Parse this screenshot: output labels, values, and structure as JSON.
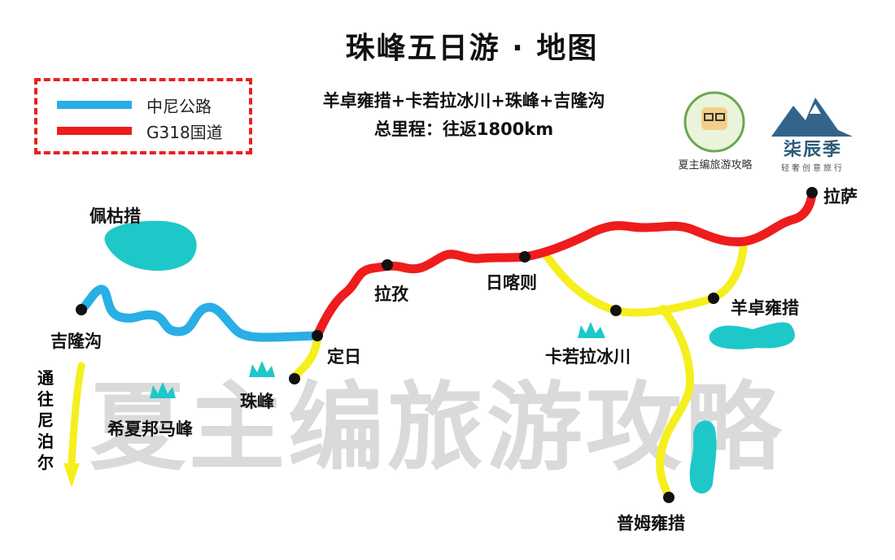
{
  "title": "珠峰五日游 · 地图",
  "subtitle": "羊卓雍措+卡若拉冰川+珠峰+吉隆沟",
  "mileage": "总里程：往返1800km",
  "legend": {
    "items": [
      {
        "label": "中尼公路",
        "color": "#29aee6"
      },
      {
        "label": "G318国道",
        "color": "#ee1c1c"
      }
    ]
  },
  "colors": {
    "yellow_route": "#f5ef1e",
    "lake": "#1ec8c8",
    "peak": "#1ec8c8",
    "stop": "#111111",
    "legend_border": "#e8211d"
  },
  "places": {
    "lhasa": "拉萨",
    "yamdrok": "羊卓雍措",
    "karola": "卡若拉冰川",
    "puma": "普姆雍措",
    "shigatse": "日喀则",
    "lhatse": "拉孜",
    "tingri": "定日",
    "everest": "珠峰",
    "shishapangma": "希夏邦马峰",
    "gyirong": "吉隆沟",
    "paiku": "佩枯措"
  },
  "to_nepal": "通往尼泊尔",
  "watermark": "夏主编旅游攻略",
  "logos": {
    "left_name": "夏主编旅游攻略",
    "right_brand": "柒辰季",
    "right_sub": "轻奢创意旅行"
  }
}
